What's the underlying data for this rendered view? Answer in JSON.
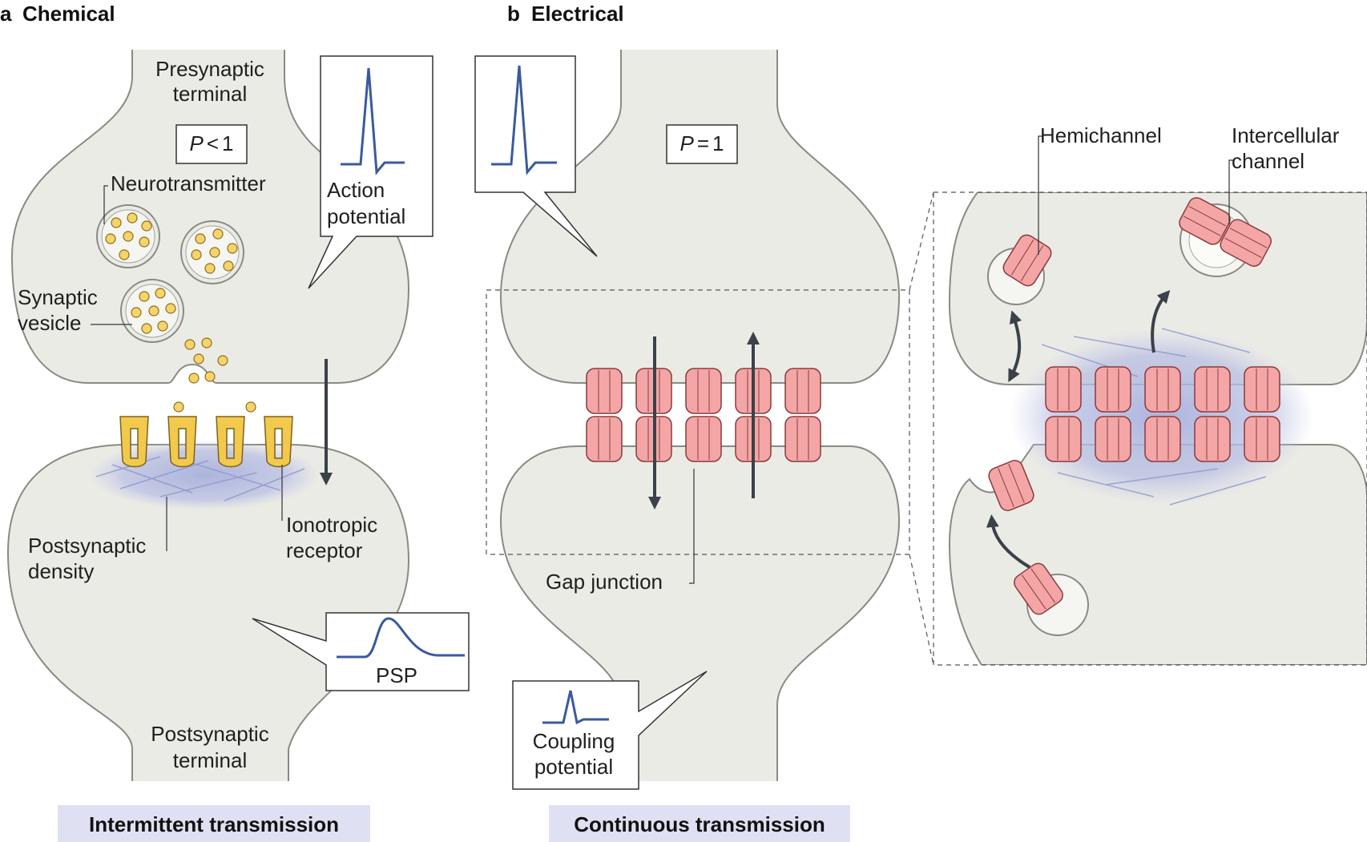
{
  "panel_a": {
    "letter": "a",
    "title": "Chemical",
    "presynaptic_terminal": [
      "Presynaptic",
      "terminal"
    ],
    "probability": {
      "var": "P",
      "op": "<",
      "num": "1"
    },
    "neurotransmitter": "Neurotransmitter",
    "action_potential": [
      "Action",
      "potential"
    ],
    "synaptic_vesicle": [
      "Synaptic",
      "vesicle"
    ],
    "postsynaptic_density": [
      "Postsynaptic",
      "density"
    ],
    "ionotropic_receptor": [
      "Ionotropic",
      "receptor"
    ],
    "psp": "PSP",
    "postsynaptic_terminal": [
      "Postsynaptic",
      "terminal"
    ],
    "banner": "Intermittent transmission"
  },
  "panel_b": {
    "letter": "b",
    "title": "Electrical",
    "probability": {
      "var": "P",
      "op": "=",
      "num": "1"
    },
    "gap_junction": "Gap junction",
    "coupling_potential": [
      "Coupling",
      "potential"
    ],
    "hemichannel": "Hemichannel",
    "intercellular_channel": [
      "Intercellular",
      "channel"
    ],
    "banner": "Continuous transmission"
  },
  "colors": {
    "cell_fill": "#ebebe6",
    "cell_stroke": "#8a8a85",
    "trace": "#3a5a9b",
    "receptor": "#f2c94c",
    "receptor_stroke": "#7a6220",
    "vesicle_dot": "#f7d36b",
    "connexon": "#f4a6a6",
    "connexon_stroke": "#8a3a3a",
    "density": "#b9bfe3",
    "banner_bg": "#dfe0f2",
    "arrow": "#3a4148"
  }
}
